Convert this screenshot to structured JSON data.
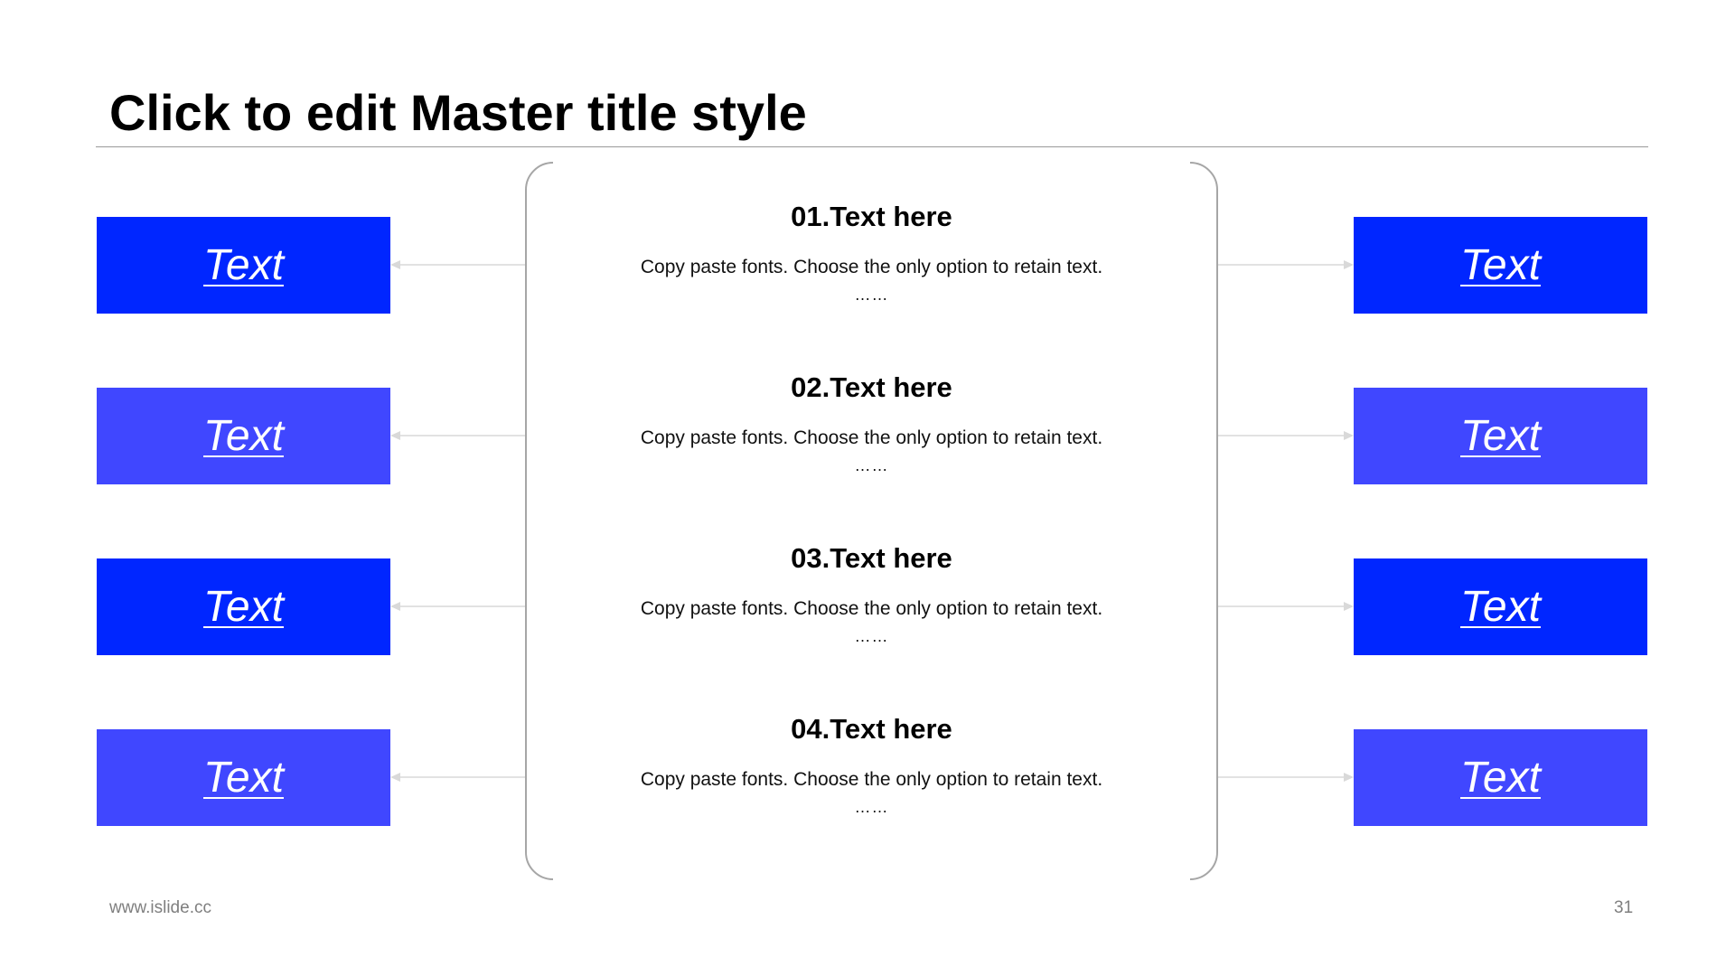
{
  "slide": {
    "title": "Click to edit Master title style",
    "footer_url": "www.islide.cc",
    "page_number": "31"
  },
  "colors": {
    "box_dark": "#0026ff",
    "box_light": "#4047ff",
    "panel_border": "#a6a6a6",
    "connector": "#d9d9d9"
  },
  "left_boxes": [
    {
      "label": "Text",
      "style": "dark"
    },
    {
      "label": "Text",
      "style": "light"
    },
    {
      "label": "Text",
      "style": "dark"
    },
    {
      "label": "Text",
      "style": "light"
    }
  ],
  "right_boxes": [
    {
      "label": "Text",
      "style": "dark"
    },
    {
      "label": "Text",
      "style": "light"
    },
    {
      "label": "Text",
      "style": "dark"
    },
    {
      "label": "Text",
      "style": "light"
    }
  ],
  "items": [
    {
      "heading": "01.Text here",
      "body": "Copy paste fonts. Choose the only option to retain text.",
      "dots": "……"
    },
    {
      "heading": "02.Text here",
      "body": "Copy paste fonts. Choose the only option to retain text.",
      "dots": "……"
    },
    {
      "heading": "03.Text here",
      "body": "Copy paste fonts. Choose the only option to retain text.",
      "dots": "……"
    },
    {
      "heading": "04.Text here",
      "body": "Copy paste fonts. Choose the only option to retain text.",
      "dots": "……"
    }
  ]
}
